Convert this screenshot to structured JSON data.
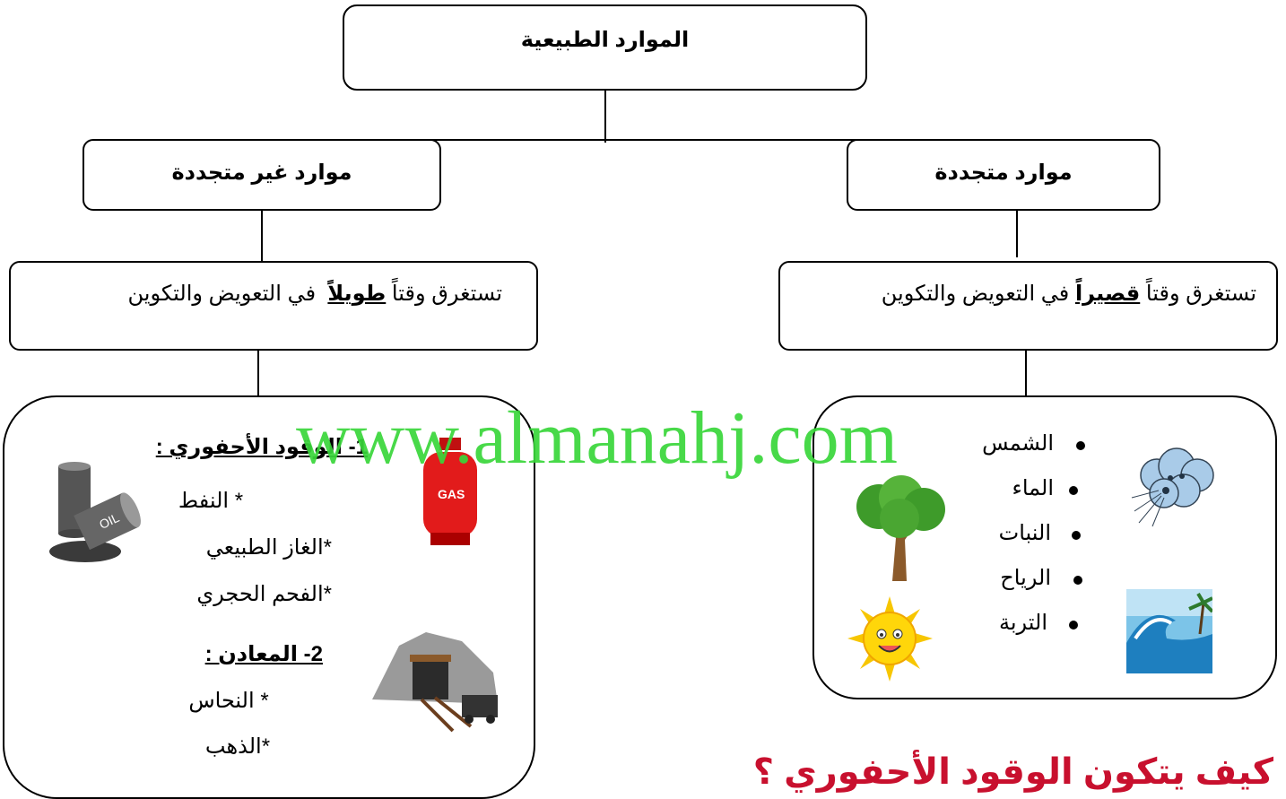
{
  "root": {
    "title": "الموارد الطبيعية"
  },
  "renewable": {
    "title": "موارد متجددة",
    "desc_prefix": "تستغرق وقتاً ",
    "desc_emph": "قصيراً",
    "desc_suffix": " في التعويض والتكوين",
    "examples": [
      "الشمس",
      "الماء",
      "النبات",
      "الرياح",
      "التربة"
    ]
  },
  "nonrenewable": {
    "title": "موارد غير متجددة",
    "desc_prefix": "تستغرق وقتاً ",
    "desc_emph": "طويلاً",
    "desc_suffix": "  في التعويض والتكوين",
    "fuel_heading": "1- الوقود الأحفوري :",
    "fuel_items": [
      "* النفط",
      "*الغاز الطبيعي",
      "*الفحم الحجري"
    ],
    "minerals_heading": "2- المعادن :",
    "minerals_items": [
      "* النحاس",
      "*الذهب"
    ]
  },
  "icons": {
    "gas": "gas-cylinder-icon",
    "oil": "oil-barrel-icon",
    "mine": "mine-icon",
    "tree": "tree-icon",
    "sun": "sun-icon",
    "wind": "wind-cloud-icon",
    "wave": "wave-icon",
    "gas_label": "GAS",
    "oil_label": "OIL"
  },
  "watermark": "www.almanahj.com",
  "bottom_text": "كيف يتكون الوقود الأحفوري ؟",
  "colors": {
    "watermark": "#39d63a",
    "bottom": "#c8102e"
  }
}
